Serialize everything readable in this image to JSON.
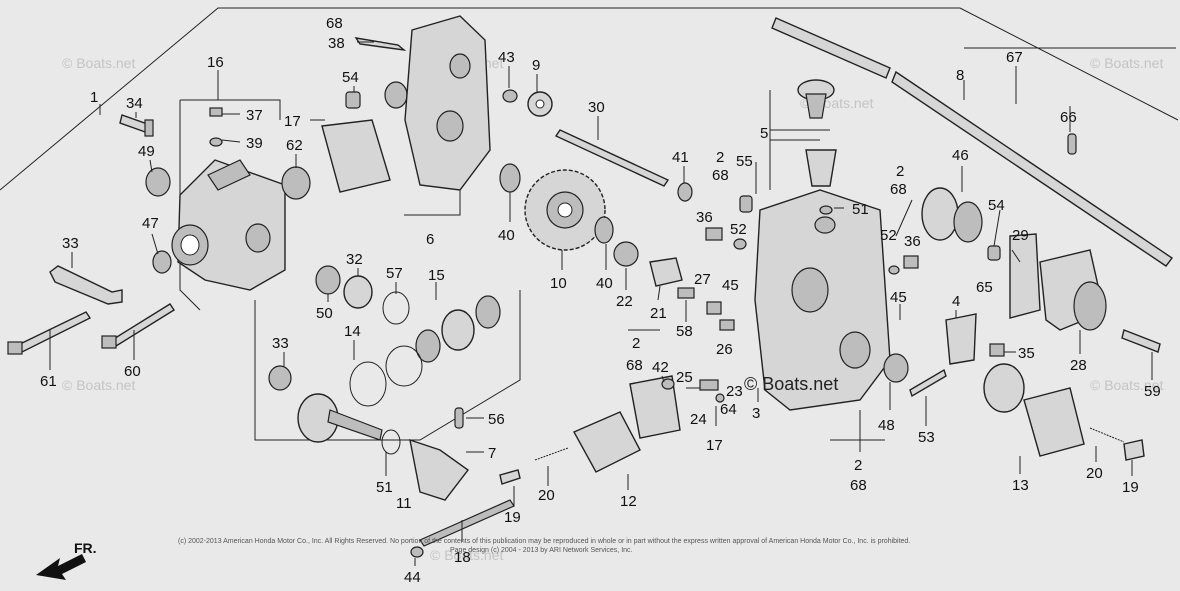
{
  "watermark": "© Boats.net",
  "center_watermark": "© Boats.net",
  "direction_label": "FR.",
  "copyright_line_1": "(c) 2002-2013 American Honda Motor Co., Inc. All Rights Reserved. No portion of the contents of this publication may be reproduced in whole or in part without the express written approval of American Honda Motor Co., Inc. is prohibited.",
  "copyright_line_2": "Page design (c) 2004 - 2013 by ARI Network Services, Inc.",
  "callouts": [
    {
      "id": "c1",
      "text": "1"
    },
    {
      "id": "c2",
      "text": "16"
    },
    {
      "id": "c3",
      "text": "34"
    },
    {
      "id": "c4",
      "text": "37"
    },
    {
      "id": "c5",
      "text": "39"
    },
    {
      "id": "c6",
      "text": "49"
    },
    {
      "id": "c7",
      "text": "47"
    },
    {
      "id": "c8",
      "text": "33"
    },
    {
      "id": "c9",
      "text": "61"
    },
    {
      "id": "c10",
      "text": "60"
    },
    {
      "id": "c11",
      "text": "68"
    },
    {
      "id": "c12",
      "text": "38"
    },
    {
      "id": "c13",
      "text": "54"
    },
    {
      "id": "c14",
      "text": "17"
    },
    {
      "id": "c15",
      "text": "62"
    },
    {
      "id": "c16",
      "text": "6"
    },
    {
      "id": "c17",
      "text": "43"
    },
    {
      "id": "c18",
      "text": "9"
    },
    {
      "id": "c19",
      "text": "30"
    },
    {
      "id": "c20",
      "text": "41"
    },
    {
      "id": "c21",
      "text": "40"
    },
    {
      "id": "c22",
      "text": "10"
    },
    {
      "id": "c23",
      "text": "40"
    },
    {
      "id": "c24",
      "text": "22"
    },
    {
      "id": "c25",
      "text": "21"
    },
    {
      "id": "c26",
      "text": "2"
    },
    {
      "id": "c27",
      "text": "68"
    },
    {
      "id": "c28",
      "text": "27"
    },
    {
      "id": "c29",
      "text": "58"
    },
    {
      "id": "c30",
      "text": "45"
    },
    {
      "id": "c31",
      "text": "26"
    },
    {
      "id": "c32",
      "text": "32"
    },
    {
      "id": "c33",
      "text": "57"
    },
    {
      "id": "c34",
      "text": "15"
    },
    {
      "id": "c35",
      "text": "50"
    },
    {
      "id": "c36",
      "text": "33"
    },
    {
      "id": "c37",
      "text": "14"
    },
    {
      "id": "c38",
      "text": "56"
    },
    {
      "id": "c39",
      "text": "7"
    },
    {
      "id": "c40",
      "text": "51"
    },
    {
      "id": "c41",
      "text": "11"
    },
    {
      "id": "c42",
      "text": "19"
    },
    {
      "id": "c43",
      "text": "20"
    },
    {
      "id": "c44",
      "text": "12"
    },
    {
      "id": "c45",
      "text": "18"
    },
    {
      "id": "c46",
      "text": "44"
    },
    {
      "id": "c47",
      "text": "2"
    },
    {
      "id": "c48",
      "text": "68"
    },
    {
      "id": "c49",
      "text": "55"
    },
    {
      "id": "c50",
      "text": "36"
    },
    {
      "id": "c51",
      "text": "52"
    },
    {
      "id": "c52",
      "text": "51"
    },
    {
      "id": "c53",
      "text": "5"
    },
    {
      "id": "c54",
      "text": "8"
    },
    {
      "id": "c55",
      "text": "67"
    },
    {
      "id": "c56",
      "text": "66"
    },
    {
      "id": "c57",
      "text": "2"
    },
    {
      "id": "c58",
      "text": "68"
    },
    {
      "id": "c59",
      "text": "46"
    },
    {
      "id": "c60",
      "text": "52"
    },
    {
      "id": "c61",
      "text": "36"
    },
    {
      "id": "c62",
      "text": "54"
    },
    {
      "id": "c63",
      "text": "29"
    },
    {
      "id": "c64",
      "text": "65"
    },
    {
      "id": "c65",
      "text": "45"
    },
    {
      "id": "c66",
      "text": "4"
    },
    {
      "id": "c67",
      "text": "35"
    },
    {
      "id": "c68",
      "text": "28"
    },
    {
      "id": "c69",
      "text": "59"
    },
    {
      "id": "c70",
      "text": "42"
    },
    {
      "id": "c71",
      "text": "25"
    },
    {
      "id": "c72",
      "text": "23"
    },
    {
      "id": "c73",
      "text": "24"
    },
    {
      "id": "c74",
      "text": "64"
    },
    {
      "id": "c75",
      "text": "3"
    },
    {
      "id": "c76",
      "text": "17"
    },
    {
      "id": "c77",
      "text": "48"
    },
    {
      "id": "c78",
      "text": "53"
    },
    {
      "id": "c79",
      "text": "2"
    },
    {
      "id": "c80",
      "text": "68"
    },
    {
      "id": "c81",
      "text": "13"
    },
    {
      "id": "c82",
      "text": "20"
    },
    {
      "id": "c83",
      "text": "19"
    }
  ]
}
